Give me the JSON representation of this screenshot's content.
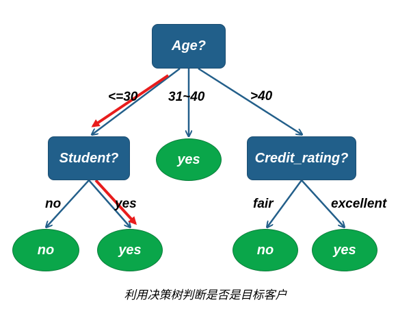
{
  "nodes": {
    "root": "Age?",
    "student": "Student?",
    "credit": "Credit_rating?"
  },
  "leaves": {
    "middle_yes": "yes",
    "student_no": "no",
    "student_yes": "yes",
    "credit_no": "no",
    "credit_yes": "yes"
  },
  "edges": {
    "age_le30": "<=30",
    "age_31_40": "31~40",
    "age_gt40": ">40",
    "student_no": "no",
    "student_yes": "yes",
    "credit_fair": "fair",
    "credit_excellent": "excellent"
  },
  "caption": "利用决策树判断是否是目标客户",
  "colors": {
    "decision_node": "#215f8a",
    "leaf_node": "#0aa64a",
    "edge": "#235f8a",
    "highlight_path": "#e81c1c"
  }
}
